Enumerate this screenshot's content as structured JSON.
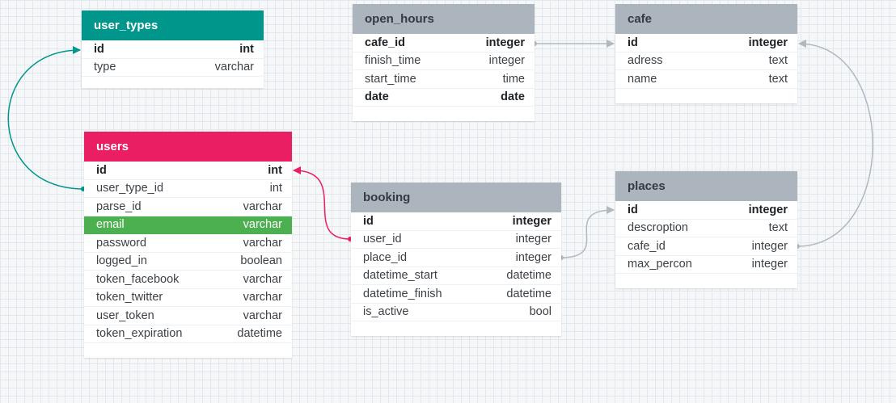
{
  "colors": {
    "teal": "#00968b",
    "pink": "#e91e63",
    "gray_header": "#acb4bd",
    "highlight": "#4caf50",
    "gray_edge": "#b0b8c0"
  },
  "tables": {
    "user_types": {
      "name": "user_types",
      "columns": [
        {
          "name": "id",
          "type": "int",
          "pk": true
        },
        {
          "name": "type",
          "type": "varchar"
        }
      ]
    },
    "users": {
      "name": "users",
      "columns": [
        {
          "name": "id",
          "type": "int",
          "pk": true
        },
        {
          "name": "user_type_id",
          "type": "int"
        },
        {
          "name": "parse_id",
          "type": "varchar"
        },
        {
          "name": "email",
          "type": "varchar",
          "highlighted": true
        },
        {
          "name": "password",
          "type": "varchar"
        },
        {
          "name": "logged_in",
          "type": "boolean"
        },
        {
          "name": "token_facebook",
          "type": "varchar"
        },
        {
          "name": "token_twitter",
          "type": "varchar"
        },
        {
          "name": "user_token",
          "type": "varchar"
        },
        {
          "name": "token_expiration",
          "type": "datetime"
        }
      ]
    },
    "open_hours": {
      "name": "open_hours",
      "columns": [
        {
          "name": "cafe_id",
          "type": "integer",
          "pk": true
        },
        {
          "name": "finish_time",
          "type": "integer"
        },
        {
          "name": "start_time",
          "type": "time"
        },
        {
          "name": "date",
          "type": "date",
          "pk": true
        }
      ]
    },
    "cafe": {
      "name": "cafe",
      "columns": [
        {
          "name": "id",
          "type": "integer",
          "pk": true
        },
        {
          "name": "adress",
          "type": "text"
        },
        {
          "name": "name",
          "type": "text"
        }
      ]
    },
    "booking": {
      "name": "booking",
      "columns": [
        {
          "name": "id",
          "type": "integer",
          "pk": true
        },
        {
          "name": "user_id",
          "type": "integer"
        },
        {
          "name": "place_id",
          "type": "integer"
        },
        {
          "name": "datetime_start",
          "type": "datetime"
        },
        {
          "name": "datetime_finish",
          "type": "datetime"
        },
        {
          "name": "is_active",
          "type": "bool"
        }
      ]
    },
    "places": {
      "name": "places",
      "columns": [
        {
          "name": "id",
          "type": "integer",
          "pk": true
        },
        {
          "name": "descroption",
          "type": "text"
        },
        {
          "name": "cafe_id",
          "type": "integer"
        },
        {
          "name": "max_percon",
          "type": "integer"
        }
      ]
    }
  },
  "relations": [
    {
      "from": "users.user_type_id",
      "to": "user_types.id",
      "color": "teal"
    },
    {
      "from": "booking.user_id",
      "to": "users.id",
      "color": "pink"
    },
    {
      "from": "open_hours.cafe_id",
      "to": "cafe.id",
      "color": "gray_edge"
    },
    {
      "from": "booking.place_id",
      "to": "places.id",
      "color": "gray_edge"
    },
    {
      "from": "places.cafe_id",
      "to": "cafe.id",
      "color": "gray_edge"
    }
  ]
}
